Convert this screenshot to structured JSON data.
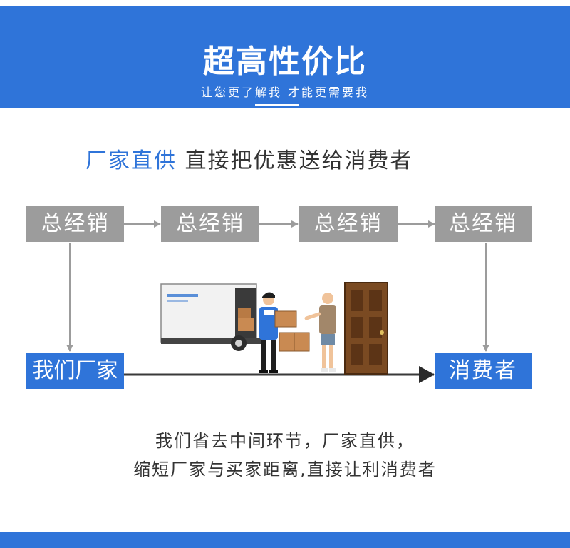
{
  "banner": {
    "title": "超高性价比",
    "subtitle": "让您更了解我 才能更需要我"
  },
  "headline": {
    "highlight": "厂家直供",
    "rest": "直接把优惠送给消费者"
  },
  "flow": {
    "distributors": [
      "总经销",
      "总经销",
      "总经销",
      "总经销"
    ],
    "factory": "我们厂家",
    "consumer": "消费者"
  },
  "bottom": {
    "line1": "我们省去中间环节，厂家直供，",
    "line2": "缩短厂家与买家距离,直接让利消费者"
  },
  "colors": {
    "brand_blue": "#2f74d9",
    "box_gray": "#9c9c9c"
  }
}
